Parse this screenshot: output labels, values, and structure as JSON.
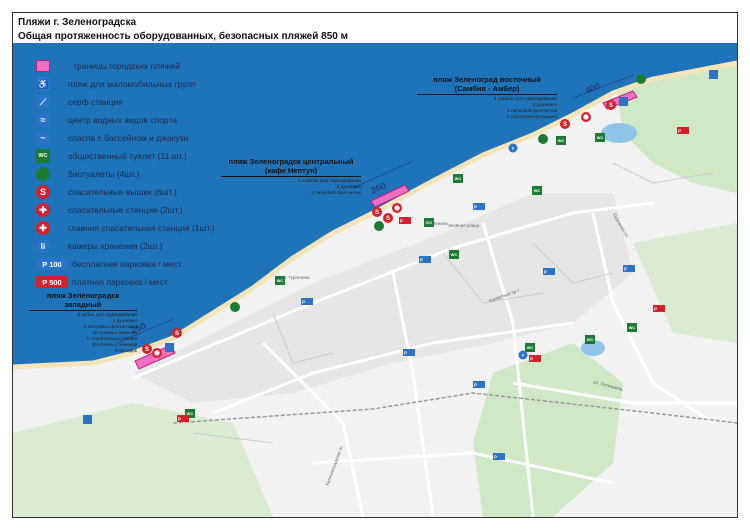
{
  "header": {
    "title": "Пляжи г. Зеленоградска",
    "subtitle": "Общая протяженность оборудованных, безопасных пляжей 850 м"
  },
  "legend": [
    {
      "icon": "pink-boundary",
      "label": "границы городских пляжей"
    },
    {
      "icon": "wheelchair-icon",
      "label": "пляж для маломобильных групп"
    },
    {
      "icon": "surf-icon",
      "label": "серф станция"
    },
    {
      "icon": "water-sports-icon",
      "label": "центр водных видов спорта"
    },
    {
      "icon": "spa-icon",
      "label": "спаспа с бассейном и джакузи"
    },
    {
      "icon": "toilet-icon",
      "label": "общественный туалет (11 шт.)"
    },
    {
      "icon": "bio-toilet-icon",
      "label": "биотуалеты (4шт.)"
    },
    {
      "icon": "rescue-tower-icon",
      "label": "спасательные вышки (6шт.)"
    },
    {
      "icon": "rescue-station-icon",
      "label": "спасательные станции (2шт.)"
    },
    {
      "icon": "main-rescue-station-icon",
      "label": "главная спасательная станция (1шт.)"
    },
    {
      "icon": "storage-icon",
      "label": "камеры хранения (2шт.)"
    },
    {
      "icon": "free-parking-icon",
      "label": "бесплатная парковка / мест",
      "code": "P 100"
    },
    {
      "icon": "paid-parking-icon",
      "label": "платная парковка / мест",
      "code": "P 500"
    }
  ],
  "symbols": {
    "rescue_tower": "S",
    "storage": "Ii",
    "toilet": "WC",
    "parking": "P"
  },
  "beaches": {
    "east": {
      "name_line1": "пляж Зеленоград восточный",
      "name_line2": "(Самбия - Амбер)",
      "info": [
        "4 кабины для переодевания",
        "2 душевые",
        "1 питьевой фонтанчик",
        "1 спасательная вышка"
      ]
    },
    "central": {
      "name_line1": "пляж Зеленоградск центральный",
      "name_line2": "(кафе Нептун)",
      "info": [
        "4 кабины для переодевания",
        "2 душевые",
        "1 питьевой фонтанчик"
      ]
    },
    "west": {
      "name_line1": "пляж Зеленоградск",
      "name_line2": "западный",
      "info": [
        "5 кабин для переодевания",
        "4 душевые",
        "3 питьевых фонтанчика",
        "10 теневых навесов",
        "1 спасательная вышка",
        "30 уличных лежаков",
        "8 беседок"
      ]
    }
  },
  "distances": {
    "east": "400",
    "central": "200",
    "west": "250"
  },
  "streets": [
    "ул. Тургенева",
    "ул. Ленина",
    "Зелёная улица",
    "Курортный пр-т",
    "Окружная ул.",
    "ул. Потемкина",
    "Калининградское ш."
  ],
  "colors": {
    "sea": "#1f73b8",
    "beach_boundary": "#f06fc0",
    "forest": "#cfe8c6",
    "road": "#ffffff",
    "rescue": "#d6202b",
    "toilet": "#1d7a32",
    "info": "#2a73c9"
  }
}
